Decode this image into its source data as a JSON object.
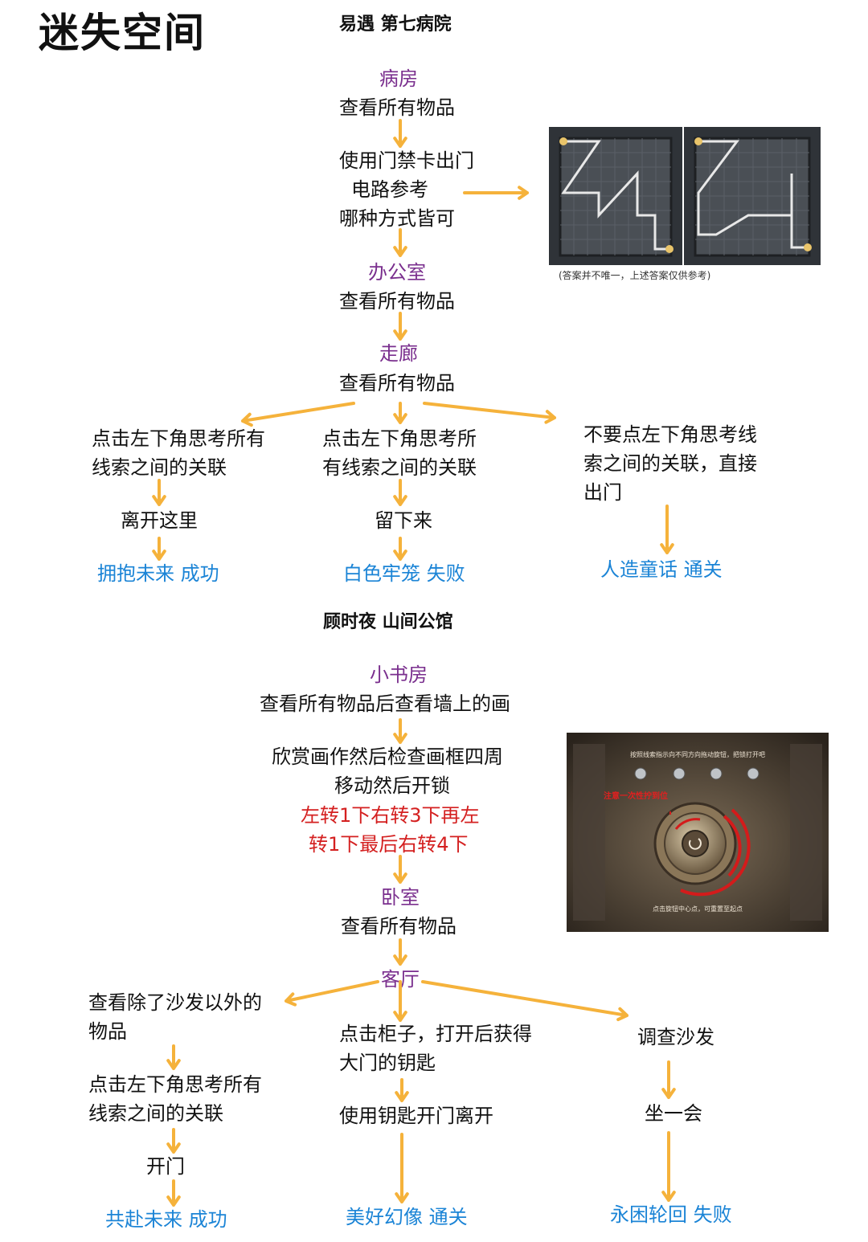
{
  "title": "迷失空间",
  "section1": {
    "heading": "易遇 第七病院",
    "room1": "病房",
    "step1": "查看所有物品",
    "step2_line1": "使用门禁卡出门",
    "step2_line2": "电路参考",
    "step2_line3": "哪种方式皆可",
    "caption": "(答案并不唯一，上述答案仅供参考)",
    "room2": "办公室",
    "step3": "查看所有物品",
    "room3": "走廊",
    "step4": "查看所有物品",
    "branch_left_line1": "点击左下角思考所有",
    "branch_left_line2": "线索之间的关联",
    "branch_left_next": "离开这里",
    "branch_left_end": "拥抱未来 成功",
    "branch_mid_line1": "点击左下角思考所",
    "branch_mid_line2": "有线索之间的关联",
    "branch_mid_next": "留下来",
    "branch_mid_end": "白色牢笼 失败",
    "branch_right_line1": "不要点左下角思考线",
    "branch_right_line2": "索之间的关联，直接",
    "branch_right_line3": "出门",
    "branch_right_end": "人造童话 通关"
  },
  "section2": {
    "heading": "顾时夜 山间公馆",
    "room1": "小书房",
    "step1": "查看所有物品后查看墙上的画",
    "step2_line1": "欣赏画作然后检查画框四周",
    "step2_line2": "移动然后开锁",
    "red_line1": "左转1下右转3下再左",
    "red_line2": "转1下最后右转4下",
    "room2": "卧室",
    "step3": "查看所有物品",
    "room3": "客厅",
    "branch_left_line1": "查看除了沙发以外的",
    "branch_left_line2": "物品",
    "branch_left_next1": "点击左下角思考所有",
    "branch_left_next2": "线索之间的关联",
    "branch_left_next3": "开门",
    "branch_left_end": "共赴未来 成功",
    "branch_mid_line1": "点击柜子，打开后获得",
    "branch_mid_line2": "大门的钥匙",
    "branch_mid_next": "使用钥匙开门离开",
    "branch_mid_end": "美好幻像 通关",
    "branch_right_line1": "调查沙发",
    "branch_right_next": "坐一会",
    "branch_right_end": "永困轮回 失败",
    "lock_hint_top": "按照线索指示向不同方向拖动旋钮，把锁打开吧",
    "lock_hint_red": "注意一次性拧到位",
    "lock_hint_bottom": "点击旋钮中心点，可重置至起点"
  },
  "colors": {
    "arrow": "#f5b23b",
    "room": "#7a2f8e",
    "ending": "#1b84d6",
    "instruction": "#d42020"
  }
}
